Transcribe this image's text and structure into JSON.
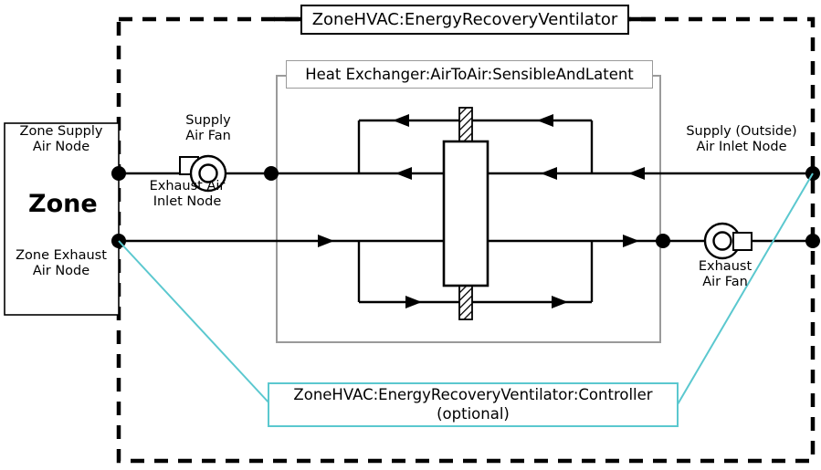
{
  "diagram": {
    "title": "ZoneHVAC:EnergyRecoveryVentilator",
    "heat_exchanger_title": "Heat Exchanger:AirToAir:SensibleAndLatent",
    "controller_title": "ZoneHVAC:EnergyRecoveryVentilator:Controller",
    "controller_subtitle": "(optional)",
    "zone_label": "Zone",
    "nodes": {
      "zone_supply_air_node": "Zone Supply\nAir Node",
      "zone_exhaust_air_node": "Zone Exhaust\nAir Node",
      "exhaust_air_inlet_node": "Exhaust Air\nInlet Node",
      "supply_outside_air_inlet_node": "Supply (Outside)\nAir Inlet Node"
    },
    "components": {
      "supply_air_fan": "Supply\nAir Fan",
      "exhaust_air_fan": "Exhaust\nAir Fan"
    },
    "colors": {
      "line": "#000000",
      "group_frame": "#9a9a9a",
      "controller_accent": "#5bc8cf",
      "background": "#ffffff"
    }
  }
}
